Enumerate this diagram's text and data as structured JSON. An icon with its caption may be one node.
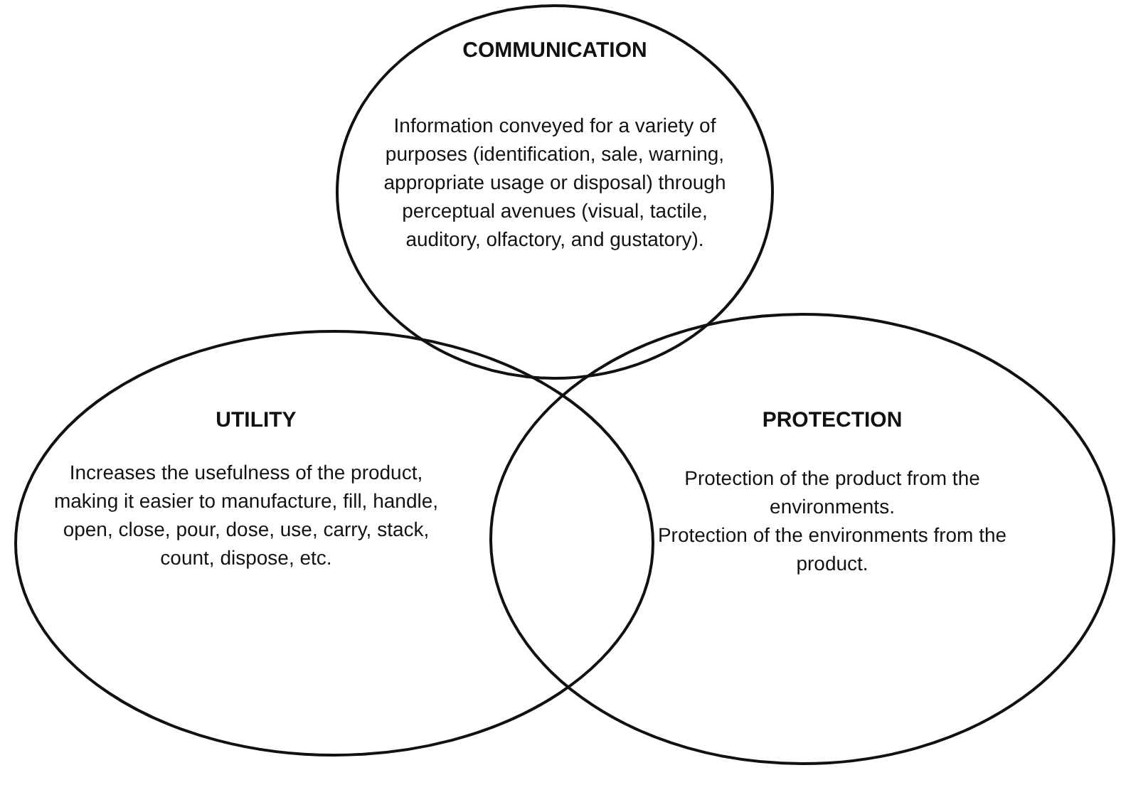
{
  "diagram": {
    "nodes": [
      {
        "text": [
          "COMMUNICATION",
          "Information conveyed for a variety of purposes (identification, sale, warning, appropriate usage or disposal) through perceptual avenues (visual, tactile, auditory, olfactory, and gustatory)."
        ]
      },
      {
        "text": [
          "UTILITY",
          "Increases the usefulness of the product, making it easier to manufacture, fill, handle, open, close, pour, dose, use, carry, stack, count, dispose, etc."
        ]
      },
      {
        "text": [
          "PROTECTION",
          "Protection of the product from the environments.",
          "Protection of the environments from the product."
        ]
      }
    ]
  }
}
